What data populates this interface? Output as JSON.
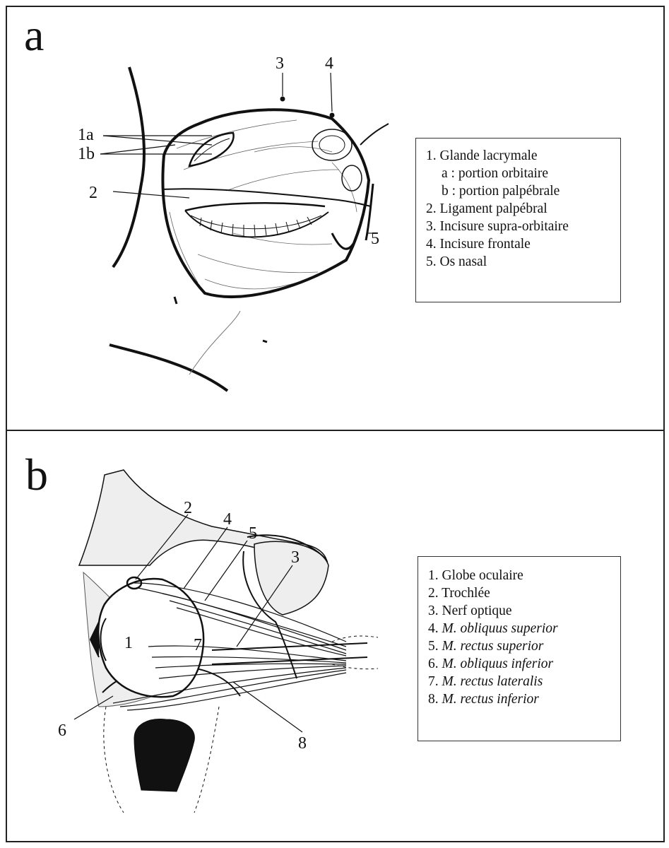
{
  "panel_a": {
    "letter": "a",
    "callouts": [
      "1a",
      "1b",
      "2",
      "3",
      "4",
      "5"
    ],
    "legend": [
      {
        "num": "1.",
        "text": "Glande lacrymale",
        "italic": false,
        "sub": false
      },
      {
        "num": "a :",
        "text": "portion orbitaire",
        "italic": false,
        "sub": true
      },
      {
        "num": "b :",
        "text": "portion palpébrale",
        "italic": false,
        "sub": true
      },
      {
        "num": "2.",
        "text": "Ligament palpébral",
        "italic": false,
        "sub": false
      },
      {
        "num": "3.",
        "text": "Incisure supra-orbitaire",
        "italic": false,
        "sub": false
      },
      {
        "num": "4.",
        "text": "Incisure frontale",
        "italic": false,
        "sub": false
      },
      {
        "num": "5.",
        "text": "Os nasal",
        "italic": false,
        "sub": false
      }
    ]
  },
  "panel_b": {
    "letter": "b",
    "callouts": [
      "1",
      "2",
      "3",
      "4",
      "5",
      "6",
      "7",
      "8"
    ],
    "legend": [
      {
        "num": "1.",
        "text": "Globe oculaire",
        "italic": false
      },
      {
        "num": "2.",
        "text": "Trochlée",
        "italic": false
      },
      {
        "num": "3.",
        "text": "Nerf optique",
        "italic": false
      },
      {
        "num": "4.",
        "text": "M. obliquus superior",
        "italic": true
      },
      {
        "num": "5.",
        "text": "M. rectus superior",
        "italic": true
      },
      {
        "num": "6.",
        "text": "M. obliquus inferior",
        "italic": true
      },
      {
        "num": "7.",
        "text": "M. rectus lateralis",
        "italic": true
      },
      {
        "num": "8.",
        "text": "M. rectus inferior",
        "italic": true
      }
    ]
  }
}
